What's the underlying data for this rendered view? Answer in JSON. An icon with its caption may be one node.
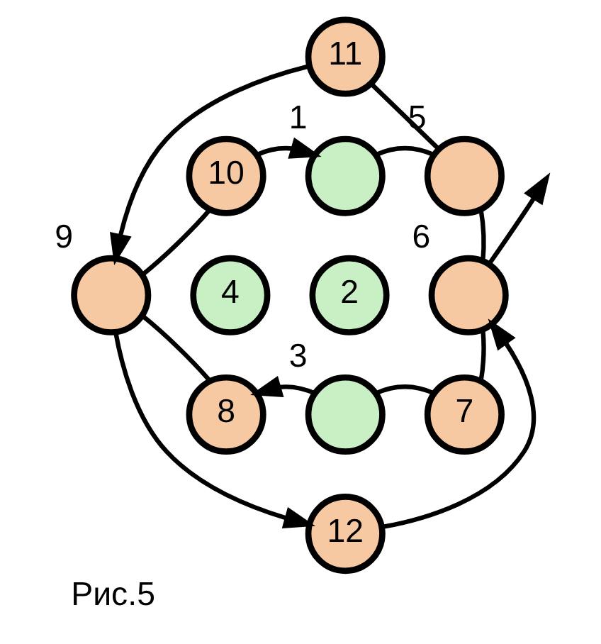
{
  "diagram": {
    "caption": "Рис.5",
    "nodes": [
      {
        "text": [
          "11"
        ]
      },
      {
        "text": [
          "10"
        ]
      },
      {
        "text": [],
        "shape": "circle",
        "beside": [
          "1"
        ]
      },
      {
        "text": [],
        "shape": "circle",
        "beside": [
          "5"
        ]
      },
      {
        "text": [],
        "shape": "circle",
        "beside": [
          "9"
        ]
      },
      {
        "text": [
          "4"
        ]
      },
      {
        "text": [
          "2"
        ]
      },
      {
        "text": [],
        "shape": "circle",
        "beside": [
          "6"
        ]
      },
      {
        "text": [
          "8"
        ]
      },
      {
        "text": [],
        "shape": "circle",
        "beside": [
          "3"
        ]
      },
      {
        "text": [
          "7"
        ]
      },
      {
        "text": [
          "12"
        ]
      }
    ],
    "edges": [
      {
        "from": 1,
        "to": 2,
        "arrow": "to"
      },
      {
        "from": 2,
        "to": 3,
        "arrow": "none"
      },
      {
        "from": 3,
        "to": 0,
        "arrow": "none"
      },
      {
        "from": 0,
        "to": 4,
        "arrow": "to"
      },
      {
        "from": 4,
        "to": 1,
        "arrow": "none"
      },
      {
        "from": 3,
        "to": 7,
        "arrow": "none"
      },
      {
        "from": 7,
        "to": 10,
        "arrow": "none"
      },
      {
        "from": 10,
        "to": 9,
        "arrow": "none"
      },
      {
        "from": 9,
        "to": 8,
        "arrow": "to"
      },
      {
        "from": 8,
        "to": 4,
        "arrow": "none"
      },
      {
        "from": 4,
        "to": 11,
        "arrow": "to"
      },
      {
        "from": 11,
        "to": 7,
        "arrow": "to"
      },
      {
        "from": 7,
        "to": null,
        "arrow": "to"
      }
    ]
  }
}
